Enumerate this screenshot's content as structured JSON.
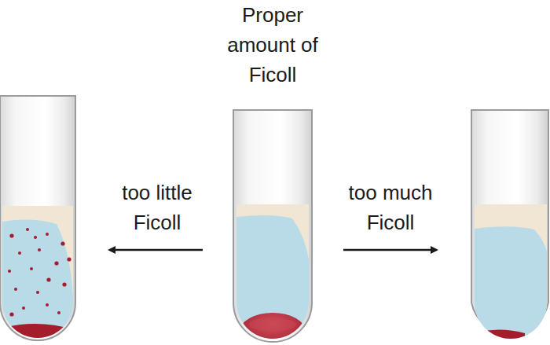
{
  "diagram": {
    "labels": [
      "Proper amount of Ficoll",
      "too little Ficoll",
      "too much Ficoll"
    ]
  }
}
